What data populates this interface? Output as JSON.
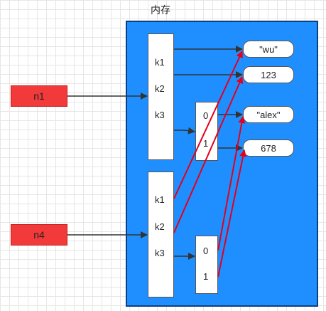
{
  "memory": {
    "title": "内存"
  },
  "variables": [
    {
      "label": "n1"
    },
    {
      "label": "n4"
    }
  ],
  "dict1": {
    "keys": [
      "k1",
      "k2",
      "k3"
    ]
  },
  "dict2": {
    "keys": [
      "k1",
      "k2",
      "k3"
    ]
  },
  "list1": {
    "indices": [
      "0",
      "1"
    ]
  },
  "list2": {
    "indices": [
      "0",
      "1"
    ]
  },
  "values": [
    "\"wu\"",
    "123",
    "\"alex\"",
    "678"
  ],
  "colors": {
    "memory_fill": "#1f8fff",
    "variable_fill": "#f23a3a",
    "black_arrow": "#333333",
    "red_arrow": "#e3001b"
  }
}
